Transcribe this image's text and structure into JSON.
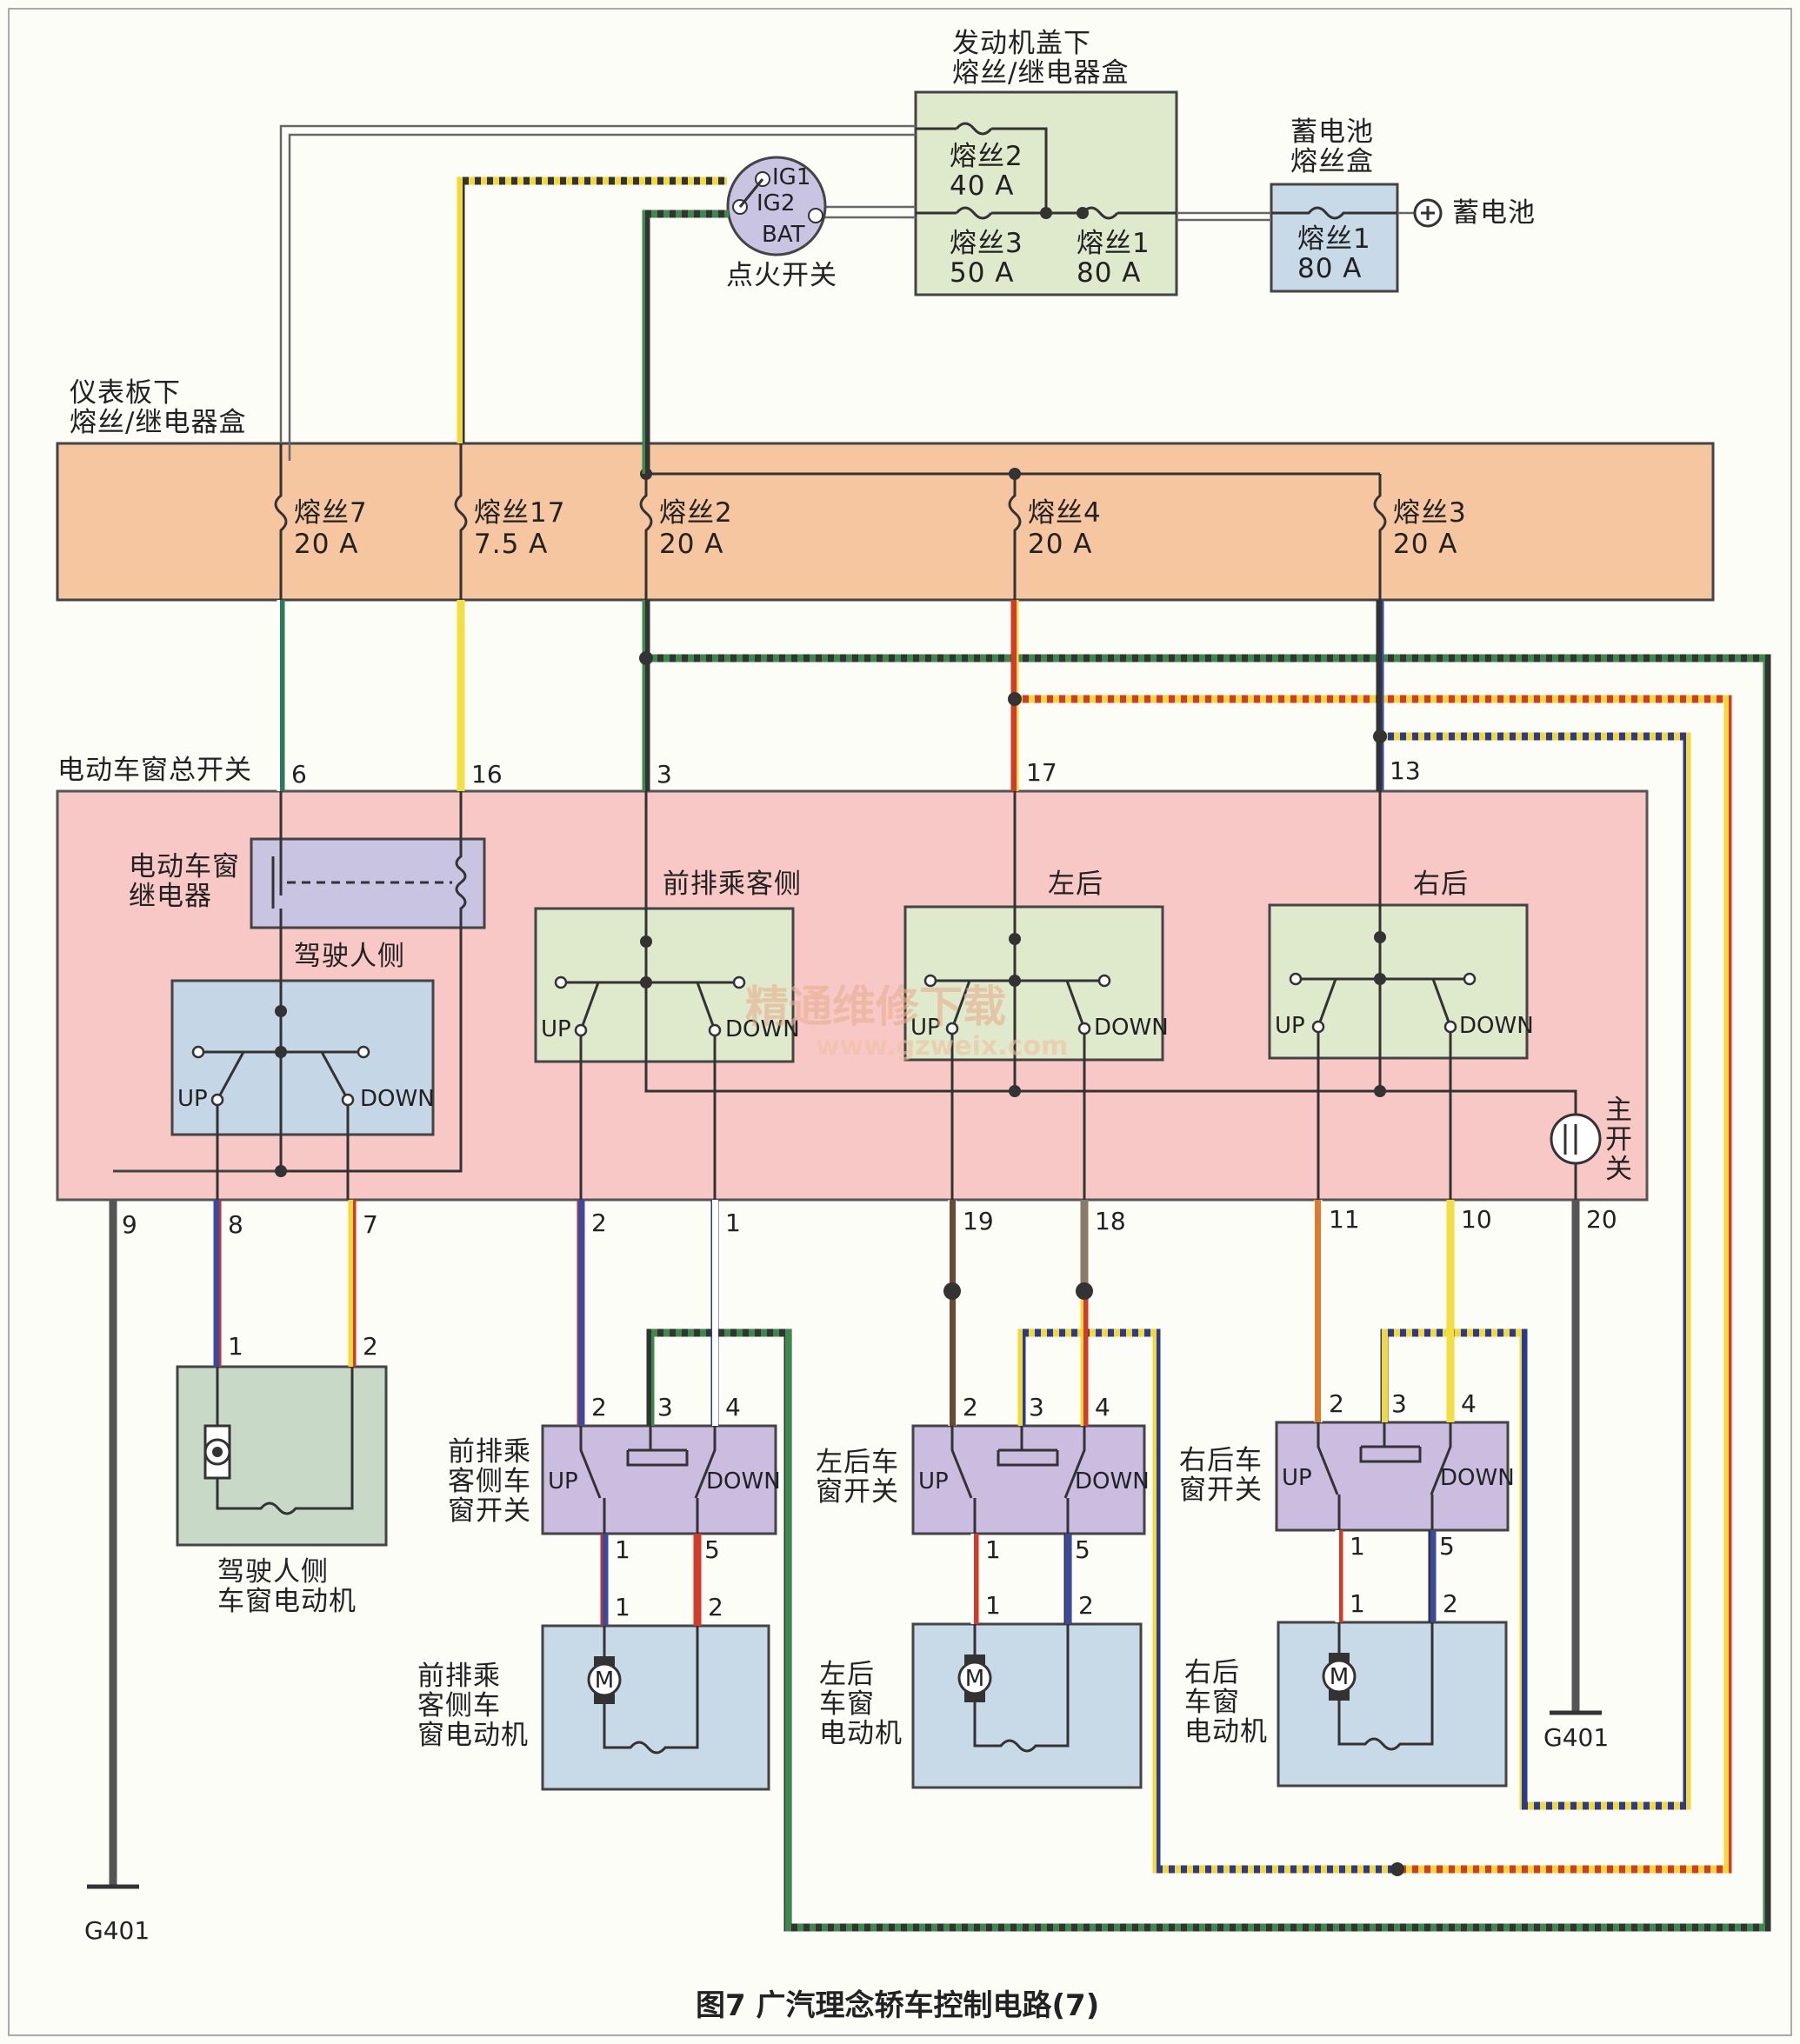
{
  "title": "图7 广汽理念轿车控制电路(7)",
  "watermark": {
    "line1": "精通维修下载",
    "line2": "www.gzweix.com"
  },
  "engine_box": {
    "title1": "发动机盖下",
    "title2": "熔丝/继电器盒",
    "fuses": [
      {
        "name": "熔丝2",
        "rating": "40 A"
      },
      {
        "name": "熔丝3",
        "rating": "50 A"
      },
      {
        "name": "熔丝1",
        "rating": "80 A"
      }
    ]
  },
  "battery_box": {
    "title1": "蓄电池",
    "title2": "熔丝盒",
    "fuse": "熔丝1",
    "rating": "80 A",
    "battery_label": "蓄电池"
  },
  "ignition": {
    "ig1": "IG1",
    "ig2": "IG2",
    "bat": "BAT",
    "label": "点火开关"
  },
  "dash_box": {
    "title1": "仪表板下",
    "title2": "熔丝/继电器盒",
    "fuses": [
      {
        "name": "熔丝7",
        "rating": "20 A"
      },
      {
        "name": "熔丝17",
        "rating": "7.5 A"
      },
      {
        "name": "熔丝2",
        "rating": "20 A"
      },
      {
        "name": "熔丝4",
        "rating": "20 A"
      },
      {
        "name": "熔丝3",
        "rating": "20 A"
      }
    ]
  },
  "master_switch": {
    "title": "电动车窗总开关",
    "relay1": "电动车窗",
    "relay2": "继电器",
    "driver_side": "驾驶人侧",
    "passenger_side": "前排乘客侧",
    "rear_left": "左后",
    "rear_right": "右后",
    "main1": "主",
    "main2": "开",
    "main3": "关",
    "top_pins": [
      "6",
      "16",
      "3",
      "17",
      "13"
    ],
    "bottom_pins": [
      "9",
      "8",
      "7",
      "2",
      "1",
      "19",
      "18",
      "11",
      "10",
      "20"
    ]
  },
  "switch_labels": {
    "up": "UP",
    "down": "DOWN"
  },
  "driver_motor": {
    "line1": "驾驶人侧",
    "line2": "车窗电动机",
    "pins": [
      "1",
      "2"
    ]
  },
  "window_switches": [
    {
      "l1": "前排乘",
      "l2": "客侧车",
      "l3": "窗开关",
      "pins": [
        "2",
        "3",
        "4",
        "1",
        "5"
      ]
    },
    {
      "l1": "左后车",
      "l2": "窗开关",
      "l3": "",
      "pins": [
        "2",
        "3",
        "4",
        "1",
        "5"
      ]
    },
    {
      "l1": "右后车",
      "l2": "窗开关",
      "l3": "",
      "pins": [
        "2",
        "3",
        "4",
        "1",
        "5"
      ]
    }
  ],
  "window_motors": [
    {
      "l1": "前排乘",
      "l2": "客侧车",
      "l3": "窗电动机",
      "pins": [
        "1",
        "2"
      ]
    },
    {
      "l1": "左后",
      "l2": "车窗",
      "l3": "电动机",
      "pins": [
        "1",
        "2"
      ]
    },
    {
      "l1": "右后",
      "l2": "车窗",
      "l3": "电动机",
      "pins": [
        "1",
        "2"
      ]
    }
  ],
  "motor_symbol": "M",
  "grounds": [
    "G401",
    "G401"
  ],
  "colors": {
    "engine_box": "#dfe9cc",
    "battery_box": "#c8d9e8",
    "dash_box": "#f5c6a0",
    "master_box": "#f7c8c6",
    "switch_green": "#dfe9cc",
    "switch_blue": "#c5d6e6",
    "relay": "#c8c4e2",
    "window_switch": "#cbbde0",
    "motor": "#c8d9e8"
  }
}
